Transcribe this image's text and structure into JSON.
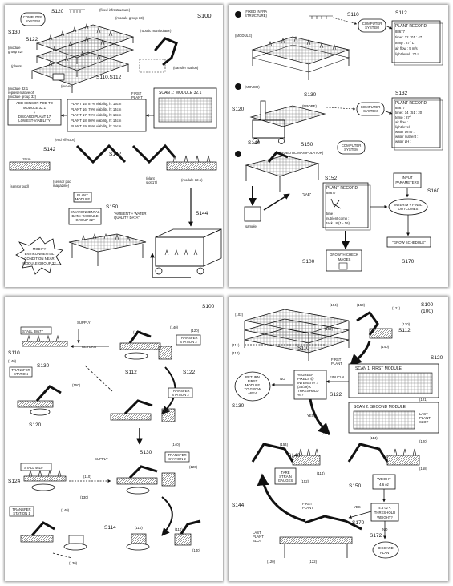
{
  "panel1": {
    "ref_main": "S100",
    "ref_s120": "S120",
    "computer": [
      "COMPUTER",
      "SYSTEM"
    ],
    "fixed": "(fixed infrastructure)",
    "ref_s130": "S130",
    "ref_s122": "S122",
    "module_group": "(module group 33)",
    "module_label": [
      "(module",
      "group 32)"
    ],
    "robotic": "(robotic manipulator)",
    "plants": "(plants)",
    "transfer": "(transfer station)",
    "s110": "S110,S112",
    "mover": "(mover)",
    "rep": [
      "(module 32.1",
      "representative of",
      "(module group 32)"
    ],
    "first_plant": [
      "FIRST",
      "PLANT"
    ],
    "fiducial": "FIDUCIAL",
    "scan": "SCAN 1: MODULE 32.1",
    "sensor_text": [
      "ADD SENSOR POD TO",
      "MODULE 32.1",
      "+",
      "DISCARD PLANT 17",
      "(LOWEST-VIABILITY)"
    ],
    "plant_rows": [
      "PLANT 15: 87% viability, h: 15cm",
      "PLANT 16: 79% viability, h: 14cm",
      "PLANT 17: 72% viability, h: 13cm",
      "PLANT 18: 80% viability, h: 14cm",
      "PLANT 19: 85% viability, h: 15cm"
    ],
    "end_effector": "(end effector)",
    "s142": "S142",
    "s142b": "S142",
    "h15": "15cm",
    "sensor_pod": "(sensor pod)",
    "pod_magazine": [
      "(sensor pod",
      "magazine)"
    ],
    "plant_slot": [
      "(plant",
      "slot 17)"
    ],
    "module321": "(module 32.1)",
    "plant_module": [
      "PLANT",
      "MODULE"
    ],
    "env_data": [
      "ENVIRONMENTAL",
      "DATA: \"MODULE",
      "GROUP 32\""
    ],
    "ambient": [
      "\"AMBIENT + WATER",
      "QUALITY DATA\""
    ],
    "s150": "S150",
    "s144": "S144",
    "modify": [
      "MODIFY",
      "ENVIRONMENTAL",
      "CONDITION NEAR",
      "MODULE GROUP 32"
    ]
  },
  "panel2": {
    "fixed": [
      "(FIXED INFRA",
      "STRUCTURE)"
    ],
    "s110": "S110",
    "s112": "S112",
    "computer": [
      "COMPUTER",
      "SYSTEM"
    ],
    "module": "(MODULE)",
    "record1": [
      "PLANT RECORD",
      "88677",
      "time : 12 : 01 : 47",
      "temp : 27° L",
      "air flow : 5 m/s",
      "light level : 70 L"
    ],
    "mover": "(MOVER)",
    "s130": "S130",
    "s132": "S132",
    "s120": "S120",
    "probe": "(PROBE)",
    "record2": [
      "PLANT RECORD",
      "88677",
      "time : 14 : 51 : 20",
      "temp : 27°",
      "air flow :",
      "light level :",
      "water temp :",
      "water nutrient :",
      "water pH :"
    ],
    "s140": "S140",
    "s150": "S150",
    "robotic": "(ROBOTIC MANIPULATOR)",
    "s152": "S152",
    "record3": [
      "PLANT RECORD",
      "88677",
      "time :",
      "nutrient comp :",
      "task : 8 (1 - 16)"
    ],
    "lab": "\"LAB\"",
    "sample": "sample",
    "input": [
      "INPUT",
      "PARAMETERS"
    ],
    "s160": "S160",
    "outcomes": [
      "INTERIM + FINAL",
      "OUTCOMES"
    ],
    "growth": [
      "GROWTH CHECK",
      "IMAGES"
    ],
    "schedule": "\"GROW SCHEDULE\"",
    "s100": "S100",
    "s170": "S170"
  },
  "panel3": {
    "s100": "S100",
    "supply": "SUPPLY",
    "stall1": "STALL 88677",
    "return": "RETURN",
    "s110": "S110",
    "p140": "(140)",
    "p150": "(150)",
    "p120": "(120)",
    "transfer2": [
      "TRANSFER",
      "STATION 2"
    ],
    "transfer_b": [
      "TRANSFER",
      "STATION 2"
    ],
    "transfer1": [
      "TRANSFER",
      "STATION"
    ],
    "s130": "S130",
    "s112": "S112",
    "s122": "S122",
    "s120": "S120",
    "stall2": "STALL 4610",
    "supply2": "SUPPLY",
    "s124": "S124",
    "p110": "(110)",
    "p130": "(130)",
    "transfer_c": [
      "TRANSFER",
      "STATION 1"
    ],
    "s114": "S114",
    "s130b": "S130"
  },
  "panel4": {
    "s100": [
      "S100",
      "(100)"
    ],
    "p102": "(102)",
    "p154": "(154)",
    "p150": "(150)",
    "p121": "(121)",
    "p120": "(120)",
    "p152": "(152)",
    "s112": "S112",
    "p111": "(111)",
    "p110": "(110)",
    "s110": "S110",
    "p140": "(140)",
    "first_plant": [
      "FIRST",
      "PLANT"
    ],
    "s120": "S120",
    "scan1": "SCAN 1: FIRST MODULE",
    "fiducial": "FIDUCIAL",
    "return_box": [
      "RETURN",
      "FIRST",
      "MODULE",
      "TO GROW",
      "AREA"
    ],
    "no": "NO",
    "green": [
      "% GREEN",
      "PIXELS @",
      "INTENSITY >",
      "(38/39) ≤",
      "THRESHOLD",
      "% ?"
    ],
    "s122": "S122",
    "s130": "S130",
    "scan2": "SCAN 2: SECOND MODULE",
    "p121b": "(121)",
    "last_slot": [
      "LAST",
      "PLANT",
      "SLOT"
    ],
    "yes": "YES",
    "p154b": "(154)",
    "p112": "(112)",
    "p114": "(114)",
    "p120b": "(120)",
    "s140": "S140",
    "p158": "(158)",
    "tare": [
      "TARE",
      "STRAIN",
      "GAUGES"
    ],
    "p152b": "(152)",
    "p114b": "(114)",
    "s150": "S150",
    "weight": [
      "WEIGHT",
      "4.6 oz"
    ],
    "threshold": [
      "4.6 oz <",
      "THRESHOLD",
      "WEIGHT?"
    ],
    "s144": "S144",
    "first_plant2": [
      "FIRST",
      "PLANT"
    ],
    "yes2": "YES",
    "s170": "S170",
    "no2": "NO",
    "s172": "S172",
    "last_slot2": [
      "LAST",
      "PLANT",
      "SLOT"
    ],
    "p120c": "(120)",
    "p122": "(122)",
    "discard": [
      "DISCARD",
      "PLANT"
    ]
  }
}
